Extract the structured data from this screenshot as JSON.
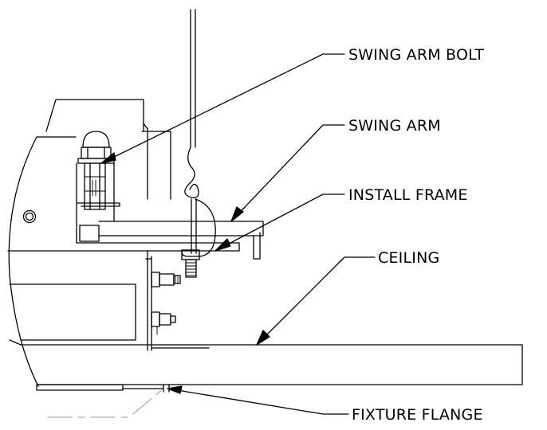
{
  "labels": {
    "swing_arm_bolt": "SWING ARM BOLT",
    "swing_arm": "SWING ARM",
    "install_frame": "INSTALL FRAME",
    "ceiling": "CEILING",
    "fixture_flange": "FIXTURE FLANGE"
  },
  "colors": {
    "line": "#000000",
    "hidden_line": "#9a9a9a",
    "background": "#ffffff"
  }
}
